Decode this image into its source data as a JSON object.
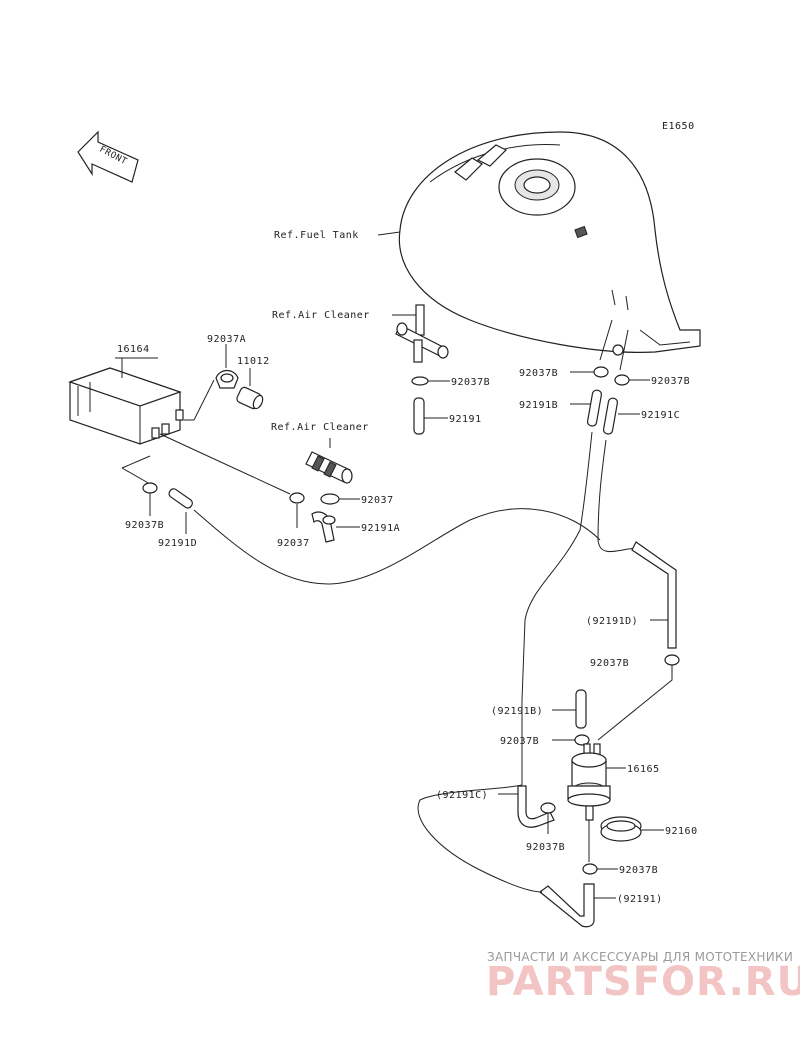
{
  "diagram_code": "E1650",
  "front_label": "FRONT",
  "labels": {
    "ref_fuel_tank": "Ref.Fuel Tank",
    "ref_air_cleaner_1": "Ref.Air Cleaner",
    "ref_air_cleaner_2": "Ref.Air Cleaner",
    "p16164": "16164",
    "p92037A": "92037A",
    "p11012": "11012",
    "p92037B_tank": "92037B",
    "p92191": "92191",
    "p92037B_left": "92037B",
    "p92037B_right": "92037B",
    "p92191B": "92191B",
    "p92191C": "92191C",
    "p92037_a": "92037",
    "p92037_b": "92037",
    "p92191A": "92191A",
    "p92037B_canister": "92037B",
    "p92191D": "92191D",
    "p92191D_paren": "(92191D)",
    "p92037B_mid": "92037B",
    "p92191B_paren": "(92191B)",
    "p92037B_valve": "92037B",
    "p16165": "16165",
    "p92191C_paren": "(92191C)",
    "p92160": "92160",
    "p92037B_bottom_left": "92037B",
    "p92037B_bottom_right": "92037B",
    "p92191_paren": "(92191)"
  },
  "watermark": {
    "tagline": "ЗАПЧАСТИ И АКСЕССУАРЫ ДЛЯ МОТОТЕХНИКИ",
    "logo": "PARTSFOR.RU"
  }
}
